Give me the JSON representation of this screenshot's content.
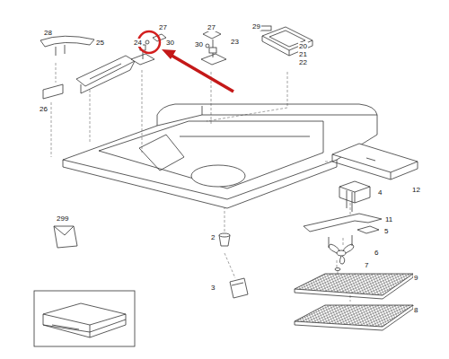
{
  "diagram": {
    "labels": [
      "28",
      "27",
      "27",
      "29",
      "25",
      "24",
      "30",
      "30",
      "23",
      "20",
      "21",
      "22",
      "26",
      "12",
      "4",
      "299",
      "11",
      "5",
      "2",
      "6",
      "7",
      "9",
      "3",
      "8"
    ]
  }
}
